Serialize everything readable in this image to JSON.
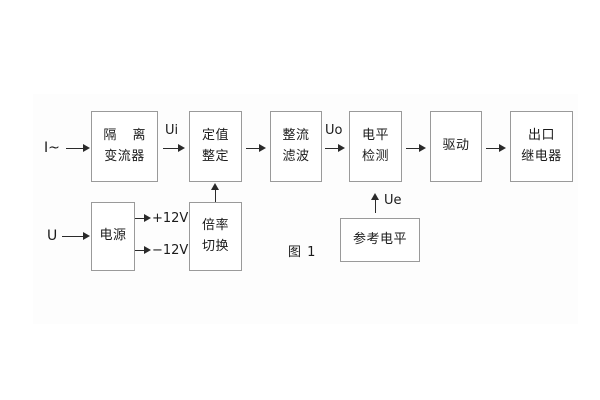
{
  "figure": {
    "caption": "图 1",
    "background_color": "#ffffff",
    "box_border_color": "#9a9a9a",
    "line_color": "#2a2a2a",
    "text_color": "#1b1b1b"
  },
  "inputs": {
    "current_input": "I~",
    "voltage_input": "U"
  },
  "signals": {
    "ui": "Ui",
    "uo": "Uo",
    "ue": "Ue"
  },
  "power_rails": {
    "positive": "+12V",
    "negative": "−12V"
  },
  "blocks": {
    "isolation_transformer": {
      "line1": "隔 离",
      "line2": "变流器"
    },
    "setpoint_setting": {
      "line1": "定值",
      "line2": "整定"
    },
    "rectifier_filter": {
      "line1": "整流",
      "line2": "滤波"
    },
    "level_detection": {
      "line1": "电平",
      "line2": "检测"
    },
    "drive": {
      "line1": "驱动"
    },
    "output_relay": {
      "line1": "出口",
      "line2": "继电器"
    },
    "power_supply": {
      "line1": "电源"
    },
    "multiplier_switch": {
      "line1": "倍率",
      "line2": "切换"
    },
    "reference_level": {
      "line1": "参考电平"
    }
  }
}
